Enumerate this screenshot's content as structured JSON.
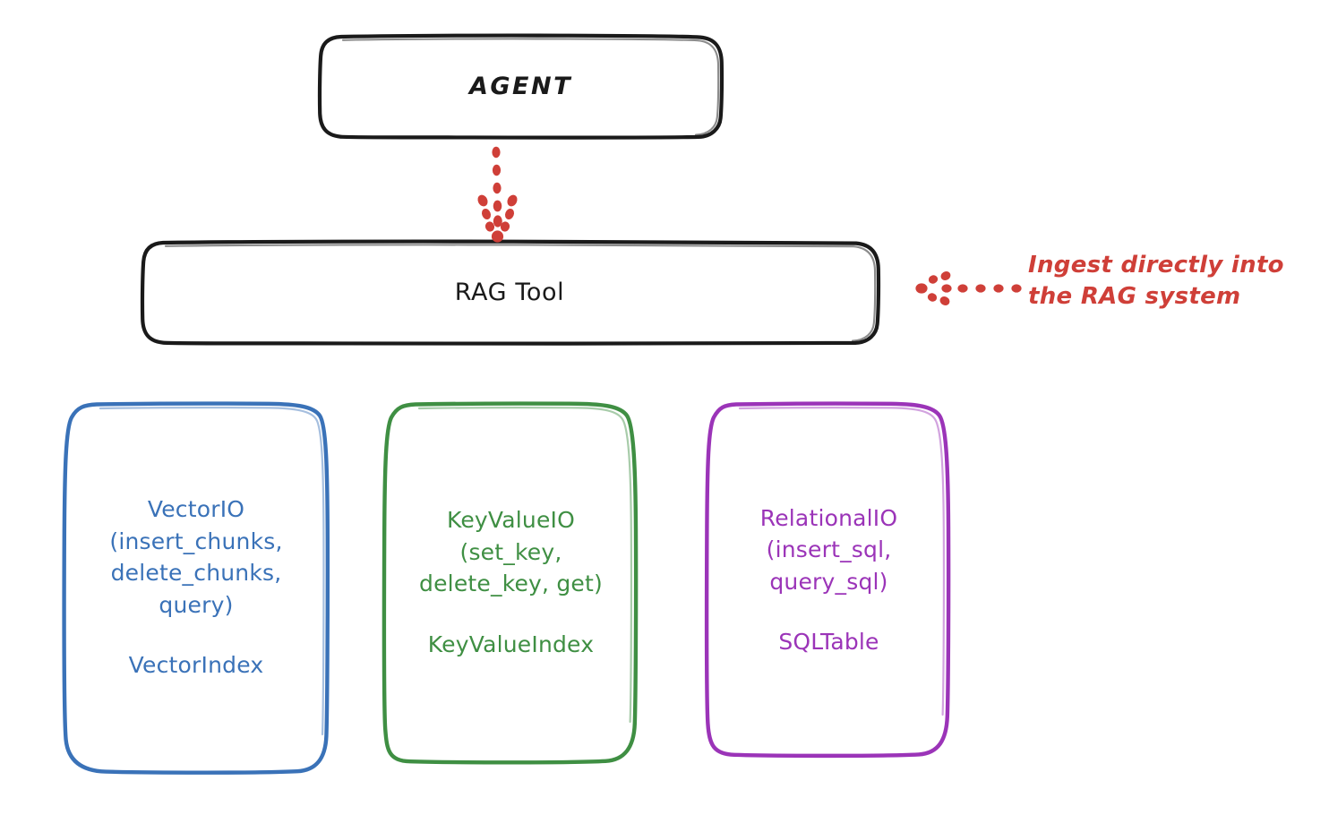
{
  "diagram": {
    "title_nodes": {
      "agent": "AGENT",
      "rag_tool": "RAG Tool"
    },
    "annotation": {
      "text": "Ingest directly into\nthe RAG system",
      "color": "#cf3f38",
      "arrow_icon": "dotted-arrow-left-icon"
    },
    "flow_arrow": {
      "icon": "dotted-arrow-down-icon",
      "color": "#cf3f38",
      "from": "AGENT",
      "to": "RAG Tool"
    },
    "leaf_nodes": [
      {
        "id": "vector-io",
        "api": "VectorIO\n(insert_chunks,\ndelete_chunks,\nquery)",
        "index": "VectorIndex",
        "color": "#3a72b8"
      },
      {
        "id": "key-value-io",
        "api": "KeyValueIO\n(set_key,\ndelete_key, get)",
        "index": "KeyValueIndex",
        "color": "#3f8f43"
      },
      {
        "id": "relational-io",
        "api": "RelationalIO\n(insert_sql,\nquery_sql)",
        "index": "SQLTable",
        "color": "#9b34b8"
      }
    ],
    "palette": {
      "stroke_black": "#1a1a1a",
      "blue": "#3a72b8",
      "green": "#3f8f43",
      "purple": "#9b34b8",
      "red": "#cf3f38",
      "background": "#ffffff"
    }
  }
}
